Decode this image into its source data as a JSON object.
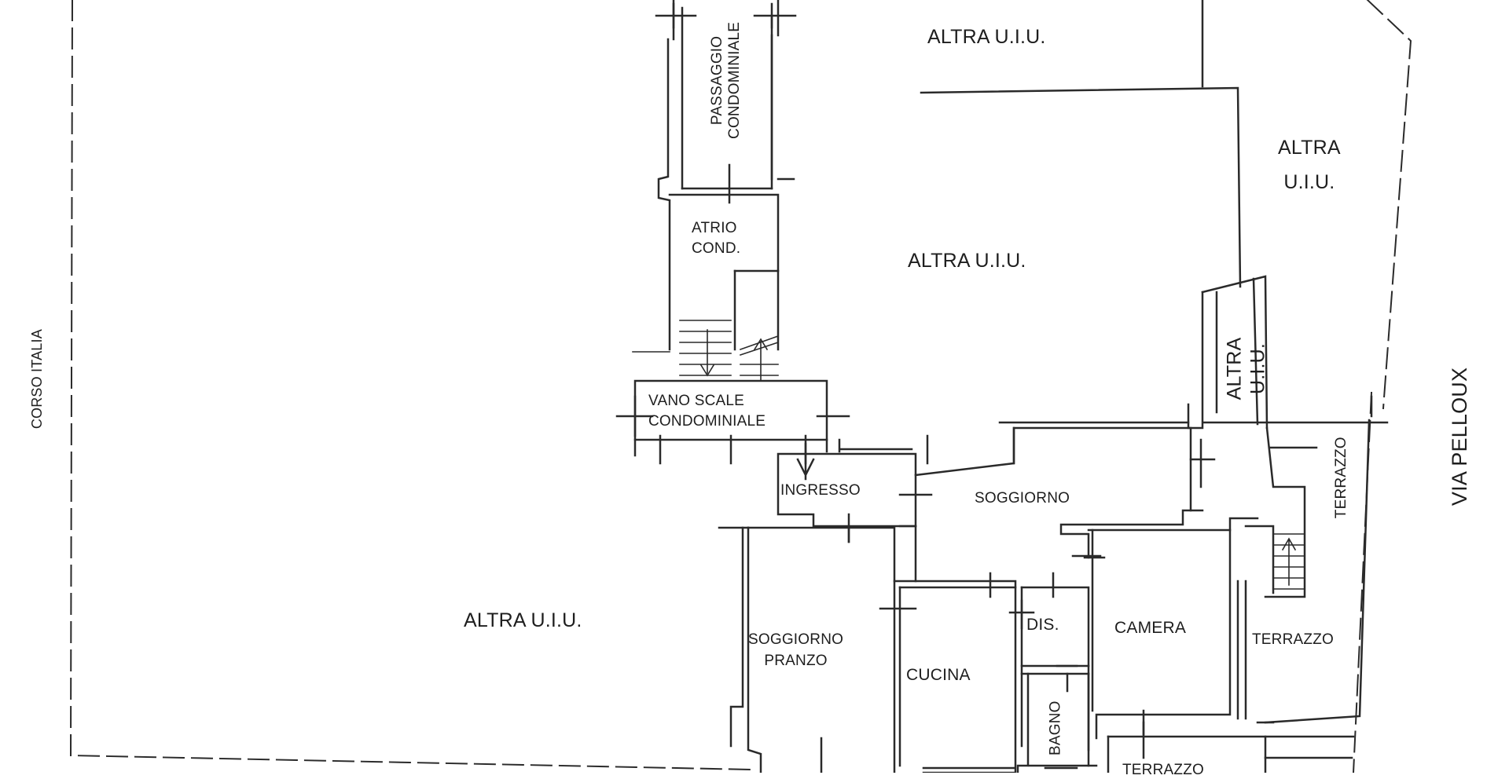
{
  "floor_plan": {
    "streets": {
      "left": "CORSO ITALIA",
      "right": "VIA PELLOUX"
    },
    "labels": {
      "altra_top": "ALTRA U.I.U.",
      "altra_center": "ALTRA U.I.U.",
      "altra_right": [
        "ALTRA",
        "U.I.U."
      ],
      "altra_narrow": [
        "ALTRA",
        "U.I.U."
      ],
      "altra_left": "ALTRA U.I.U.",
      "passaggio": [
        "PASSAGGIO",
        "CONDOMINIALE"
      ],
      "atrio": [
        "ATRIO",
        "COND."
      ],
      "vano_scale": [
        "VANO SCALE",
        "CONDOMINIALE"
      ],
      "ingresso": "INGRESSO",
      "soggiorno": "SOGGIORNO",
      "soggiorno_pranzo": [
        "SOGGIORNO",
        "PRANZO"
      ],
      "cucina": "CUCINA",
      "dis": "DIS.",
      "camera": "CAMERA",
      "bagno": "BAGNO",
      "terrazzo_right": "TERRAZZO",
      "terrazzo_mid": "TERRAZZO",
      "terrazzo_bottom": "TERRAZZO"
    },
    "colors": {
      "line": "#2a2a2a",
      "text": "#1e1e1e",
      "background": "#ffffff"
    }
  }
}
